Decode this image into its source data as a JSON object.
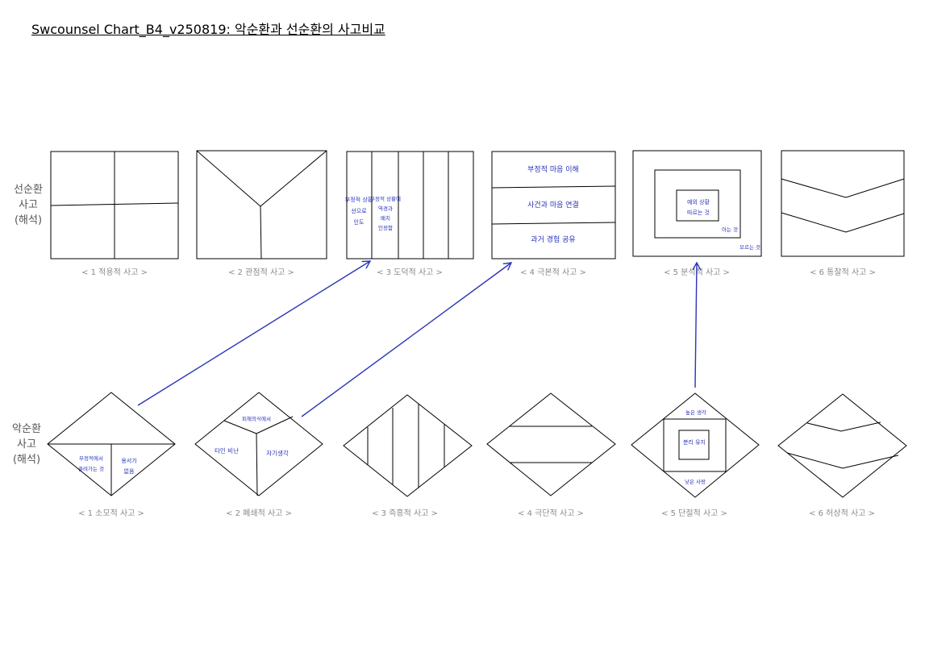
{
  "title": "Swcounsel Chart_B4_v250819: 악순환과 선순환의 사고비교",
  "rows": {
    "top": {
      "label_line1": "선순환",
      "label_line2": "사고",
      "label_line3": "(해석)"
    },
    "bottom": {
      "label_line1": "악순환",
      "label_line2": "사고",
      "label_line3": "(해석)"
    }
  },
  "top_captions": [
    "< 1 적용적 사고 >",
    "< 2 관점적 사고 >",
    "< 3 도덕적 사고 >",
    "< 4 극본적 사고 >",
    "< 5 분석적 사고 >",
    "< 6 통찰적 사고 >"
  ],
  "bottom_captions": [
    "< 1 소모적 사고 >",
    "< 2 폐쇄적 사고 >",
    "< 3 즉흥적 사고 >",
    "< 4 극단적 사고 >",
    "< 5 단절적 사고 >",
    "< 6 허상적 사고 >"
  ],
  "handwritten": {
    "t3_c1_l1": "부정적 상황",
    "t3_c1_l2": "선으로",
    "t3_c1_l3": "인도",
    "t3_c2_l1": "부정적 상황에",
    "t3_c2_l2": "역경과",
    "t3_c2_l3": "배치",
    "t3_c2_l4": "인정함",
    "t4_r1": "부정적 마음 이해",
    "t4_r2": "사건과 마음 연결",
    "t4_r3": "과거 경험 공유",
    "t5_inner_l1": "예외 상황",
    "t5_inner_l2": "따르는 것",
    "t5_mid": "아는 것",
    "t5_outer": "모르는 것",
    "b1_left_l1": "부정적에서",
    "b1_left_l2": "끌려가는 것",
    "b1_right_l1": "용서가",
    "b1_right_l2": "없음",
    "b2_top": "피해의식에서",
    "b2_left": "타인 비난",
    "b2_right": "자기생각",
    "b5_top": "높은 생각",
    "b5_center": "분리 유지",
    "b5_bottom": "낮은 사랑"
  },
  "colors": {
    "line": "#000000",
    "arrow": "#2a34b8",
    "caption": "#8a8a8a"
  }
}
